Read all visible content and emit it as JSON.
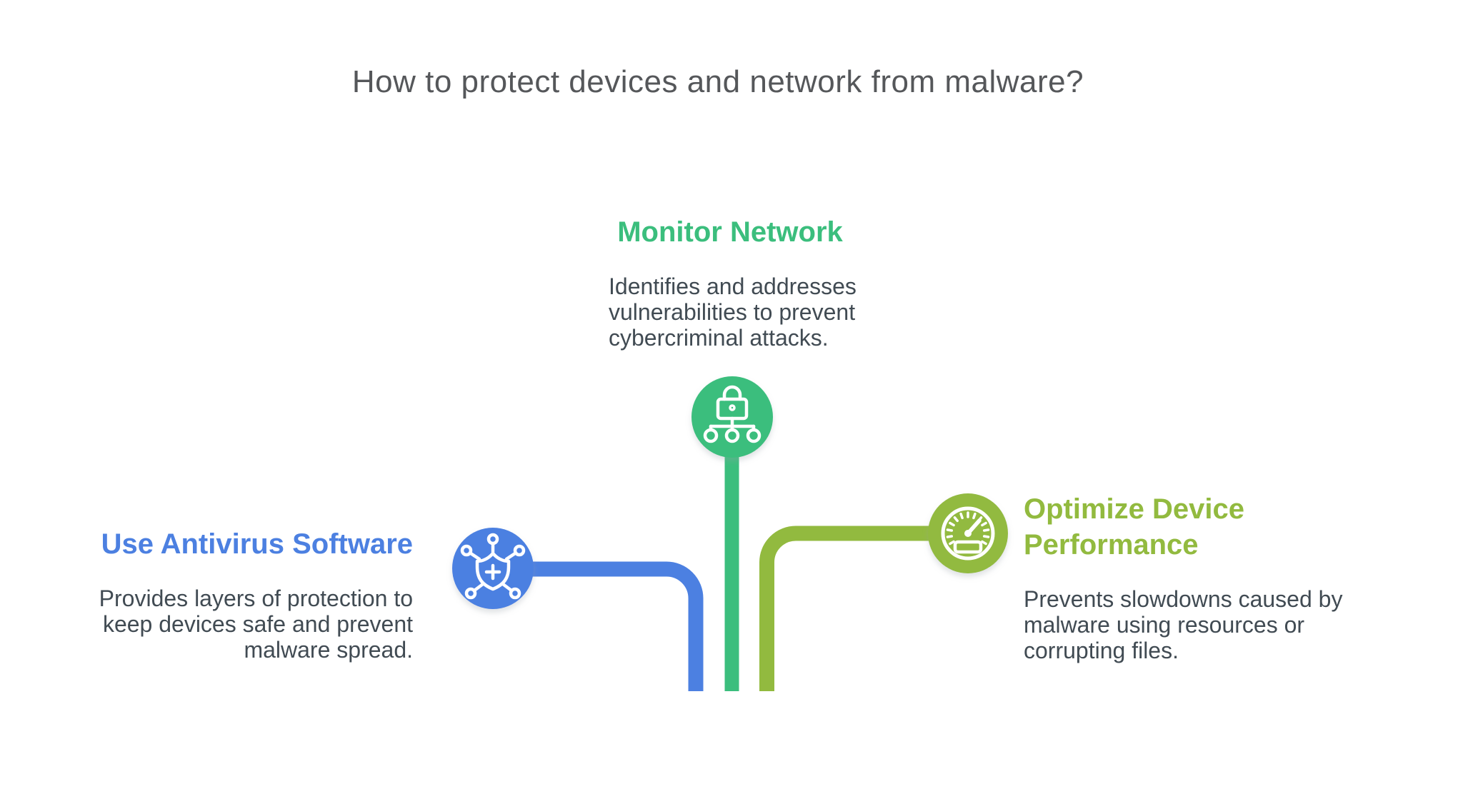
{
  "title": "How to protect devices and network from malware?",
  "colors": {
    "monitor_green": "#3BBE7D",
    "antivirus_blue": "#4C80E1",
    "optimize_lime": "#92BA3F",
    "title_text": "#55575A",
    "body_text": "#414B53",
    "icon_stroke": "#FFFFFF",
    "background": "#FFFFFF"
  },
  "sections": [
    {
      "id": "monitor-network",
      "heading_lines": [
        "Monitor Network"
      ],
      "description_lines": [
        "Identifies and addresses",
        "vulnerabilities to prevent",
        "cybercriminal attacks."
      ],
      "icon": "lock-network-icon",
      "color": "#3BBE7D"
    },
    {
      "id": "use-antivirus-software",
      "heading_lines": [
        "Use Antivirus Software"
      ],
      "description_lines": [
        "Provides layers of protection to",
        "keep devices safe and prevent",
        "malware spread."
      ],
      "icon": "antivirus-shield-icon",
      "color": "#4C80E1"
    },
    {
      "id": "optimize-device-performance",
      "heading_lines": [
        "Optimize Device",
        "Performance"
      ],
      "description_lines": [
        "Prevents slowdowns caused by",
        "malware using resources or",
        "corrupting files."
      ],
      "icon": "speedometer-icon",
      "color": "#92BA3F"
    }
  ]
}
